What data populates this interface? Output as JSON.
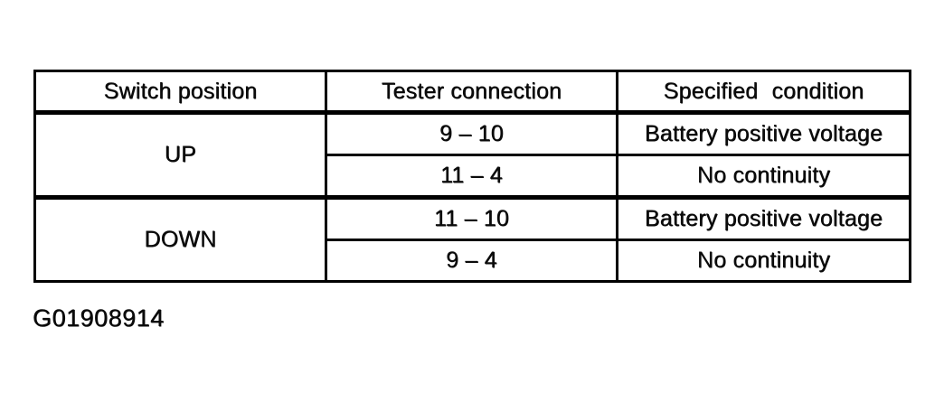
{
  "figure_id": "G01908914",
  "table": {
    "headers": [
      "Switch position",
      "Tester connection",
      "Specified condition"
    ],
    "groups": [
      {
        "switch_position": "UP",
        "rows": [
          {
            "tester_connection": "9 – 10",
            "specified_condition": "Battery positive voltage"
          },
          {
            "tester_connection": "11 – 4",
            "specified_condition": "No continuity"
          }
        ]
      },
      {
        "switch_position": "DOWN",
        "rows": [
          {
            "tester_connection": "11 – 10",
            "specified_condition": "Battery positive voltage"
          },
          {
            "tester_connection": "9 – 4",
            "specified_condition": "No continuity"
          }
        ]
      }
    ]
  }
}
